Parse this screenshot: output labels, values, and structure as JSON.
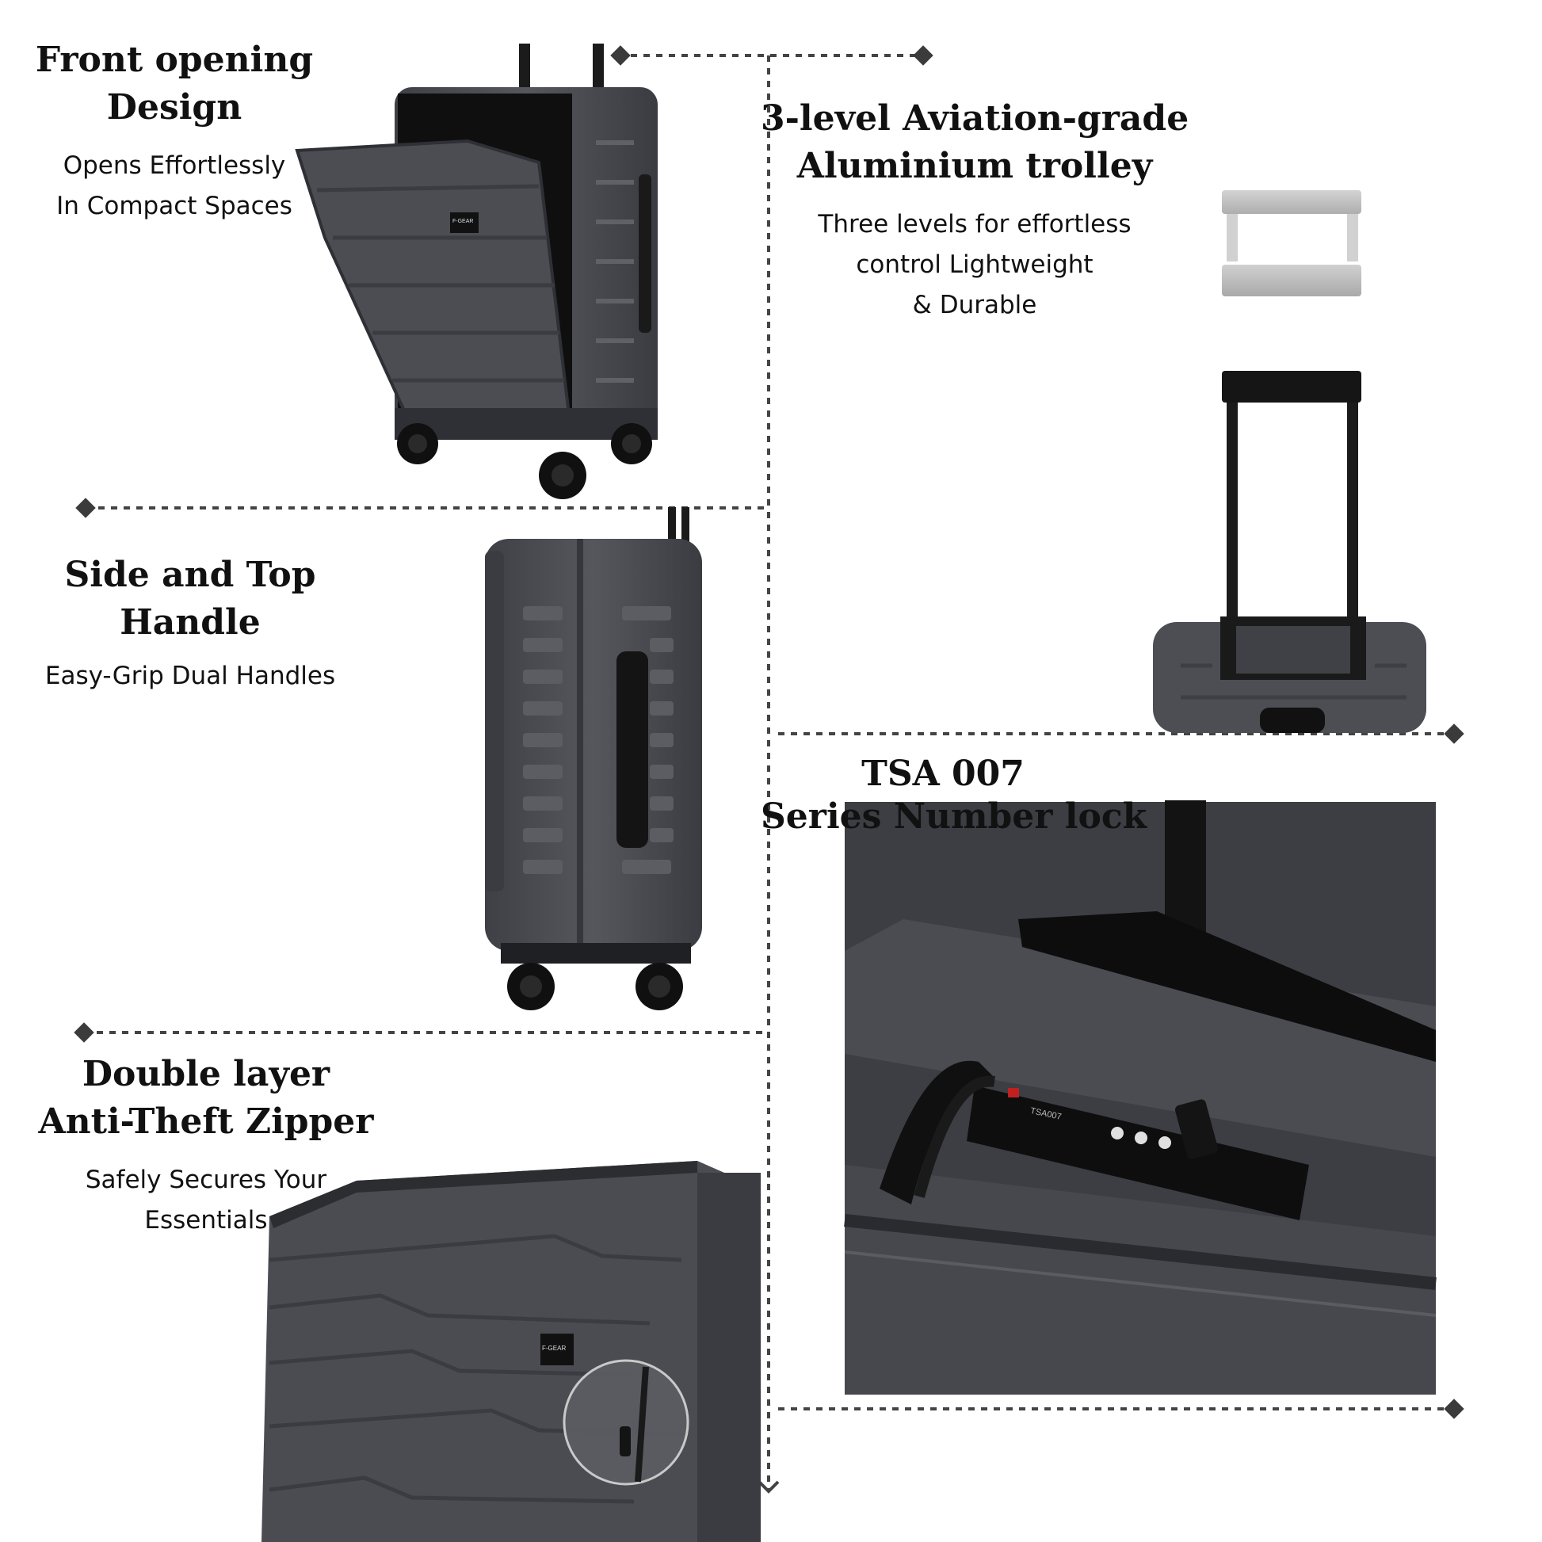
{
  "features": [
    {
      "title_lines": [
        "Front opening",
        "Design"
      ],
      "subtitle_lines": [
        "Opens Effortlessly",
        "In Compact Spaces"
      ]
    },
    {
      "title_lines": [
        "3-level Aviation-grade",
        "Aluminium trolley"
      ],
      "subtitle_lines": [
        "Three levels for effortless",
        "control Lightweight",
        "& Durable"
      ]
    },
    {
      "title_lines": [
        "Side and Top",
        "Handle"
      ],
      "subtitle_lines": [
        "Easy-Grip Dual Handles"
      ]
    },
    {
      "title_lines": [
        "TSA 007",
        "Series Number lock"
      ],
      "subtitle_lines": []
    },
    {
      "title_lines": [
        "Double layer",
        "Anti-Theft Zipper"
      ],
      "subtitle_lines": [
        "Safely Secures Your",
        "Essentials"
      ]
    }
  ],
  "brand_logo": "F-GEAR",
  "lock_label": "TSA007",
  "colors": {
    "shell": "#4a4c52",
    "shell_dark": "#2f3136",
    "frame": "#141414",
    "line": "#444444"
  }
}
